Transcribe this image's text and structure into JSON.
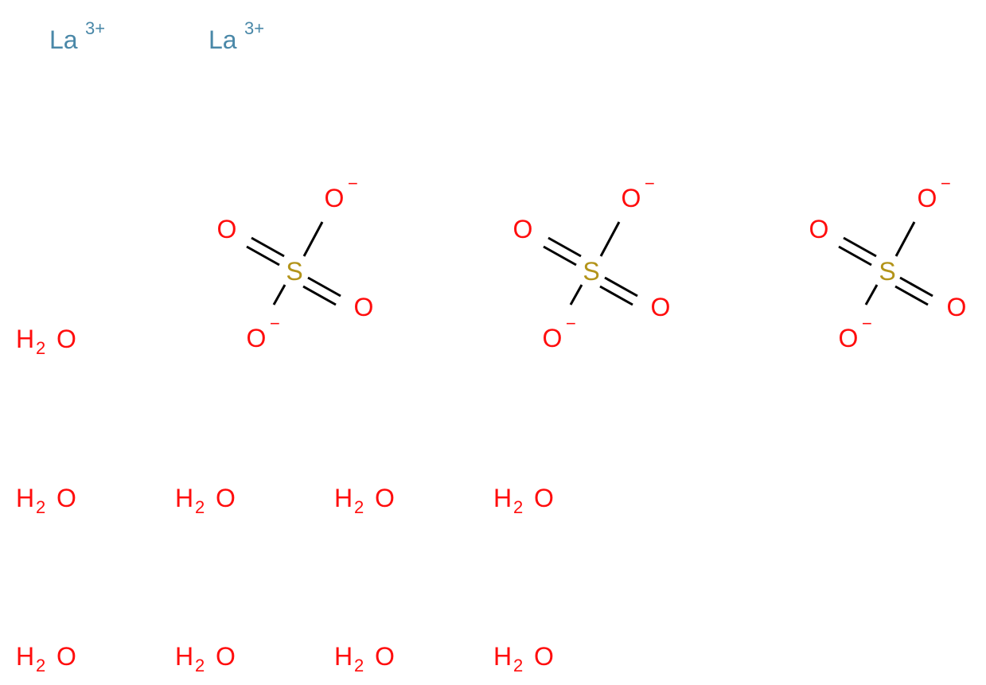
{
  "colors": {
    "lanthanum": "#4a88a8",
    "oxygen": "#ff0d0d",
    "sulfur": "#b3941a",
    "bond": "#000000",
    "background": "#ffffff"
  },
  "lanthanum_ions": [
    {
      "symbol": "La",
      "charge": "3+"
    },
    {
      "symbol": "La",
      "charge": "3+"
    }
  ],
  "sulfates": [
    {
      "center": "S",
      "double_o_left": "O",
      "double_o_right": "O",
      "anion_top": "O",
      "anion_top_charge": "−",
      "anion_bottom": "O",
      "anion_bottom_charge": "−"
    },
    {
      "center": "S",
      "double_o_left": "O",
      "double_o_right": "O",
      "anion_top": "O",
      "anion_top_charge": "−",
      "anion_bottom": "O",
      "anion_bottom_charge": "−"
    },
    {
      "center": "S",
      "double_o_left": "O",
      "double_o_right": "O",
      "anion_top": "O",
      "anion_top_charge": "−",
      "anion_bottom": "O",
      "anion_bottom_charge": "−"
    }
  ],
  "waters": [
    {
      "h": "H",
      "sub": "2",
      "o": "O"
    },
    {
      "h": "H",
      "sub": "2",
      "o": "O"
    },
    {
      "h": "H",
      "sub": "2",
      "o": "O"
    },
    {
      "h": "H",
      "sub": "2",
      "o": "O"
    },
    {
      "h": "H",
      "sub": "2",
      "o": "O"
    },
    {
      "h": "H",
      "sub": "2",
      "o": "O"
    },
    {
      "h": "H",
      "sub": "2",
      "o": "O"
    },
    {
      "h": "H",
      "sub": "2",
      "o": "O"
    },
    {
      "h": "H",
      "sub": "2",
      "o": "O"
    }
  ]
}
